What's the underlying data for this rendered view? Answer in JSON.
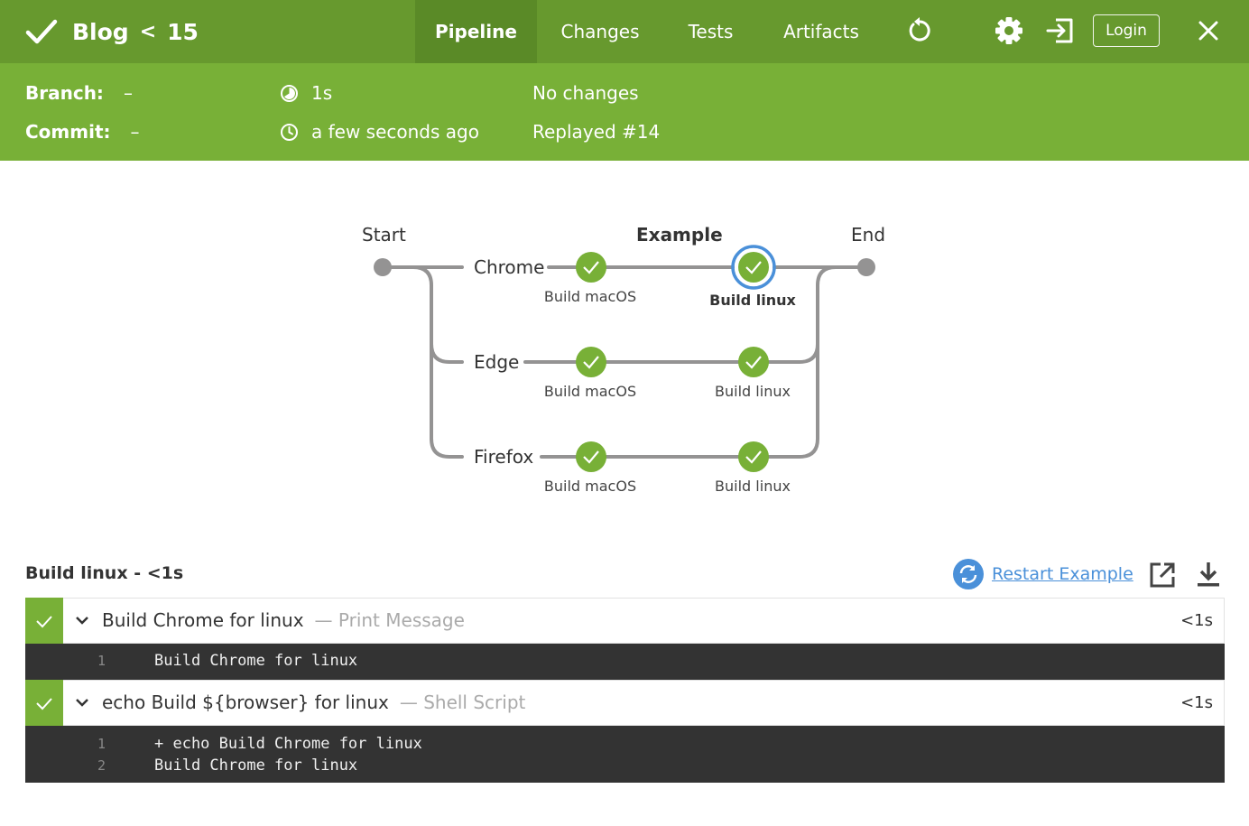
{
  "header": {
    "pipeline": "Blog",
    "separator": "<",
    "run_number": "15",
    "tabs": [
      {
        "label": "Pipeline",
        "active": true
      },
      {
        "label": "Changes",
        "active": false
      },
      {
        "label": "Tests",
        "active": false
      },
      {
        "label": "Artifacts",
        "active": false
      }
    ],
    "icons": [
      "replay-icon",
      "gear-icon",
      "logout-icon",
      "close-icon"
    ],
    "login_label": "Login",
    "status_color": "#67992e"
  },
  "info": {
    "branch_label": "Branch:",
    "branch_value": "–",
    "commit_label": "Commit:",
    "commit_value": "–",
    "duration": "1s",
    "time": "a few seconds ago",
    "changes": "No changes",
    "replayed": "Replayed #14"
  },
  "graph": {
    "start_label": "Start",
    "end_label": "End",
    "stage_label": "Example",
    "rows": [
      {
        "name": "Chrome",
        "steps": [
          "Build macOS",
          "Build linux"
        ]
      },
      {
        "name": "Edge",
        "steps": [
          "Build macOS",
          "Build linux"
        ]
      },
      {
        "name": "Firefox",
        "steps": [
          "Build macOS",
          "Build linux"
        ]
      }
    ],
    "selected": "Chrome / Build linux"
  },
  "steps_panel": {
    "title": "Build linux - <1s",
    "restart_label": "Restart Example",
    "steps": [
      {
        "name": "Build Chrome for linux",
        "type": "— Print Message",
        "duration": "<1s",
        "log": [
          {
            "n": "1",
            "text": "Build Chrome for linux"
          }
        ]
      },
      {
        "name": "echo Build ${browser} for linux",
        "type": "— Shell Script",
        "duration": "<1s",
        "log": [
          {
            "n": "1",
            "text": "+ echo Build Chrome for linux"
          },
          {
            "n": "2",
            "text": "Build Chrome for linux"
          }
        ]
      }
    ]
  },
  "colors": {
    "success": "#78b037",
    "selected_ring": "#4a90d9",
    "log_bg": "#333333"
  }
}
